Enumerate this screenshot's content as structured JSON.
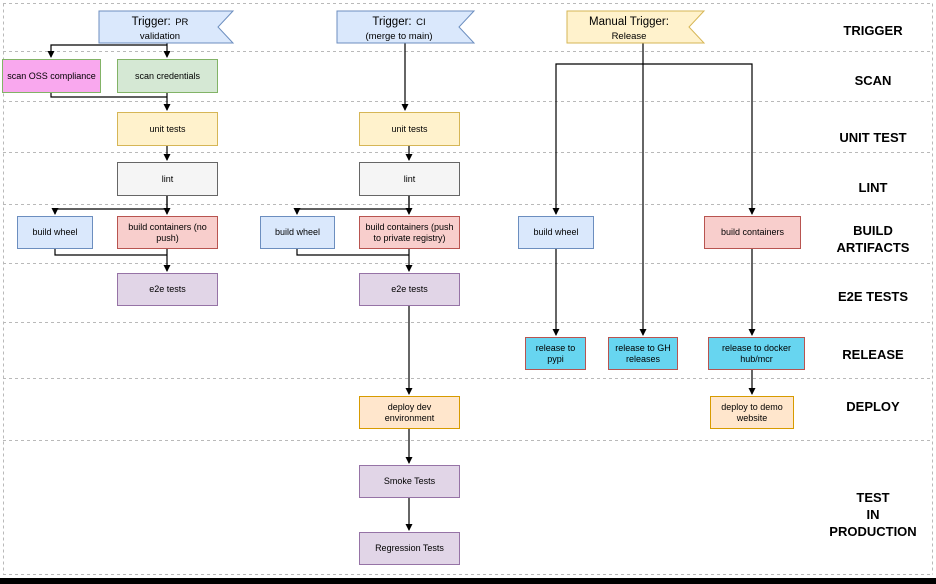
{
  "palette": {
    "blue": {
      "fill": "#dae8fc",
      "border": "#6c8ebf"
    },
    "green": {
      "fill": "#d5e8d4",
      "border": "#82b366"
    },
    "yellow": {
      "fill": "#fff2cc",
      "border": "#d6b656"
    },
    "gray": {
      "fill": "#f5f5f5",
      "border": "#666666"
    },
    "red": {
      "fill": "#f8cecc",
      "border": "#b85450"
    },
    "purple": {
      "fill": "#e1d5e7",
      "border": "#9673a6"
    },
    "orange": {
      "fill": "#ffe6cc",
      "border": "#d79b00"
    },
    "cyan": {
      "fill": "#67d5f0",
      "border": "#b85450"
    },
    "pink": {
      "fill": "#f9a8ee",
      "border": "#82b366"
    },
    "line": "#000000",
    "lane_divider": "#b9b9b9"
  },
  "lanes": [
    {
      "label": "TRIGGER"
    },
    {
      "label": "SCAN"
    },
    {
      "label": "UNIT TEST"
    },
    {
      "label": "LINT"
    },
    {
      "label": "BUILD\nARTIFACTS"
    },
    {
      "label": "E2E TESTS"
    },
    {
      "label": "RELEASE"
    },
    {
      "label": "DEPLOY"
    },
    {
      "label": "TEST\nIN\nPRODUCTION"
    }
  ],
  "flags": {
    "pr": {
      "line1_big": "Trigger:",
      "line1_small": "PR",
      "line2": "validation",
      "color": "blue"
    },
    "ci": {
      "line1_big": "Trigger:",
      "line1_small": "CI",
      "line2": "(merge to main)",
      "color": "blue"
    },
    "manual": {
      "line1_big": "Manual Trigger:",
      "line1_small": "",
      "line2": "Release",
      "color": "yellow"
    }
  },
  "nodes": {
    "scan_oss": {
      "label": "scan OSS compliance",
      "color": "pink"
    },
    "scan_credentials": {
      "label": "scan credentials",
      "color": "green"
    },
    "unit_tests_pr": {
      "label": "unit tests",
      "color": "yellow"
    },
    "lint_pr": {
      "label": "lint",
      "color": "gray"
    },
    "build_wheel_pr": {
      "label": "build wheel",
      "color": "blue"
    },
    "build_containers_pr": {
      "label": "build containers (no push)",
      "color": "red"
    },
    "e2e_pr": {
      "label": "e2e tests",
      "color": "purple"
    },
    "unit_tests_ci": {
      "label": "unit tests",
      "color": "yellow"
    },
    "lint_ci": {
      "label": "lint",
      "color": "gray"
    },
    "build_wheel_ci": {
      "label": "build wheel",
      "color": "blue"
    },
    "build_containers_ci": {
      "label": "build containers (push to private registry)",
      "color": "red"
    },
    "e2e_ci": {
      "label": "e2e tests",
      "color": "purple"
    },
    "deploy_dev": {
      "label": "deploy dev environment",
      "color": "orange"
    },
    "smoke_tests": {
      "label": "Smoke Tests",
      "color": "purple"
    },
    "regression_tests": {
      "label": "Regression Tests",
      "color": "purple"
    },
    "build_wheel_rel": {
      "label": "build wheel",
      "color": "blue"
    },
    "build_containers_rel": {
      "label": "build containers",
      "color": "red"
    },
    "release_pypi": {
      "label": "release to pypi",
      "color": "cyan"
    },
    "release_gh": {
      "label": "release to GH releases",
      "color": "cyan"
    },
    "release_docker": {
      "label": "release to docker hub/mcr",
      "color": "cyan"
    },
    "deploy_demo": {
      "label": "deploy to demo website",
      "color": "orange"
    }
  },
  "edges": [
    [
      "trigger-pr",
      "scan-oss-compliance"
    ],
    [
      "trigger-pr",
      "scan-credentials"
    ],
    [
      "scan-oss-compliance",
      "unit-tests-pr"
    ],
    [
      "scan-credentials",
      "unit-tests-pr"
    ],
    [
      "unit-tests-pr",
      "lint-pr"
    ],
    [
      "lint-pr",
      "build-wheel-pr"
    ],
    [
      "lint-pr",
      "build-containers-no-push"
    ],
    [
      "build-wheel-pr",
      "e2e-tests-pr"
    ],
    [
      "build-containers-no-push",
      "e2e-tests-pr"
    ],
    [
      "trigger-ci",
      "unit-tests-ci"
    ],
    [
      "unit-tests-ci",
      "lint-ci"
    ],
    [
      "lint-ci",
      "build-wheel-ci"
    ],
    [
      "lint-ci",
      "build-containers-push-private-registry"
    ],
    [
      "build-wheel-ci",
      "e2e-tests-ci"
    ],
    [
      "build-containers-push-private-registry",
      "e2e-tests-ci"
    ],
    [
      "e2e-tests-ci",
      "deploy-dev-environment"
    ],
    [
      "deploy-dev-environment",
      "smoke-tests"
    ],
    [
      "smoke-tests",
      "regression-tests"
    ],
    [
      "manual-trigger",
      "build-wheel-release"
    ],
    [
      "manual-trigger",
      "build-containers-release"
    ],
    [
      "manual-trigger",
      "release-to-gh-releases"
    ],
    [
      "build-wheel-release",
      "release-to-pypi"
    ],
    [
      "build-containers-release",
      "release-to-docker-hub-mcr"
    ],
    [
      "release-to-docker-hub-mcr",
      "deploy-to-demo-website"
    ]
  ]
}
